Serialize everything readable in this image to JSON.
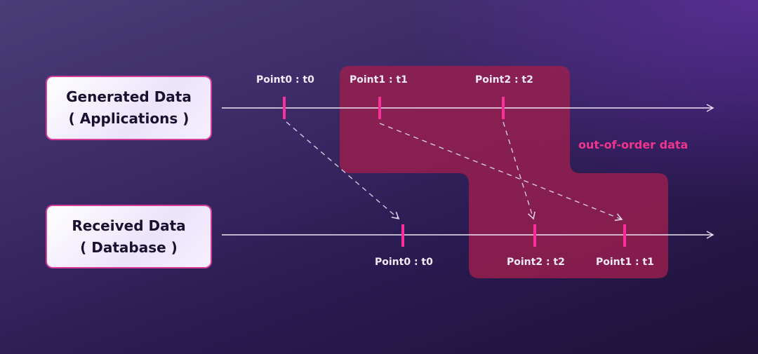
{
  "generated": {
    "line1": "Generated Data",
    "line2": "( Applications )",
    "points": [
      "Point0 : t0",
      "Point1  : t1",
      "Point2 : t2"
    ]
  },
  "received": {
    "line1": "Received Data",
    "line2": "( Database )",
    "points": [
      "Point0 : t0",
      "Point2 : t2",
      "Point1  : t1"
    ]
  },
  "annotation": "out-of-order data",
  "colors": {
    "tick": "#ff2e9a",
    "region": "#8e1f4d",
    "annotation": "#f0358f"
  }
}
